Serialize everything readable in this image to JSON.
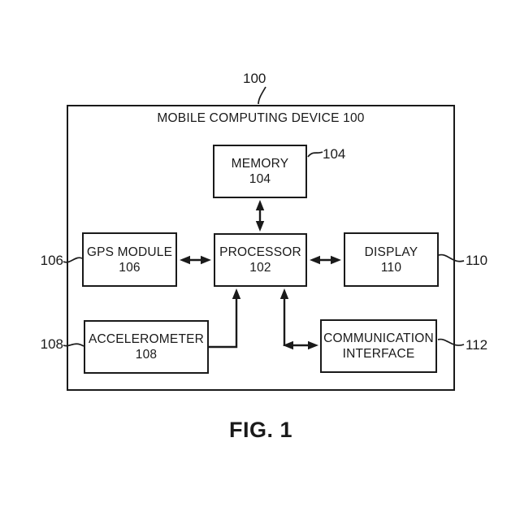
{
  "figure": {
    "caption": "FIG. 1",
    "title": "MOBILE COMPUTING DEVICE 100",
    "colors": {
      "ink": "#1a1a1a",
      "background": "#ffffff"
    }
  },
  "references": {
    "device": "100",
    "memory": "104",
    "gps_module": "106",
    "accelerometer": "108",
    "display": "110",
    "communication_interface": "112"
  },
  "boxes": {
    "memory": {
      "line1": "MEMORY",
      "line2": "104"
    },
    "gps": {
      "line1": "GPS MODULE",
      "line2": "106"
    },
    "processor": {
      "line1": "PROCESSOR",
      "line2": "102"
    },
    "display": {
      "line1": "DISPLAY",
      "line2": "110"
    },
    "accelerometer": {
      "line1": "ACCELEROMETER",
      "line2": "108"
    },
    "communication": {
      "line1": "COMMUNICATION",
      "line2": "INTERFACE"
    }
  }
}
